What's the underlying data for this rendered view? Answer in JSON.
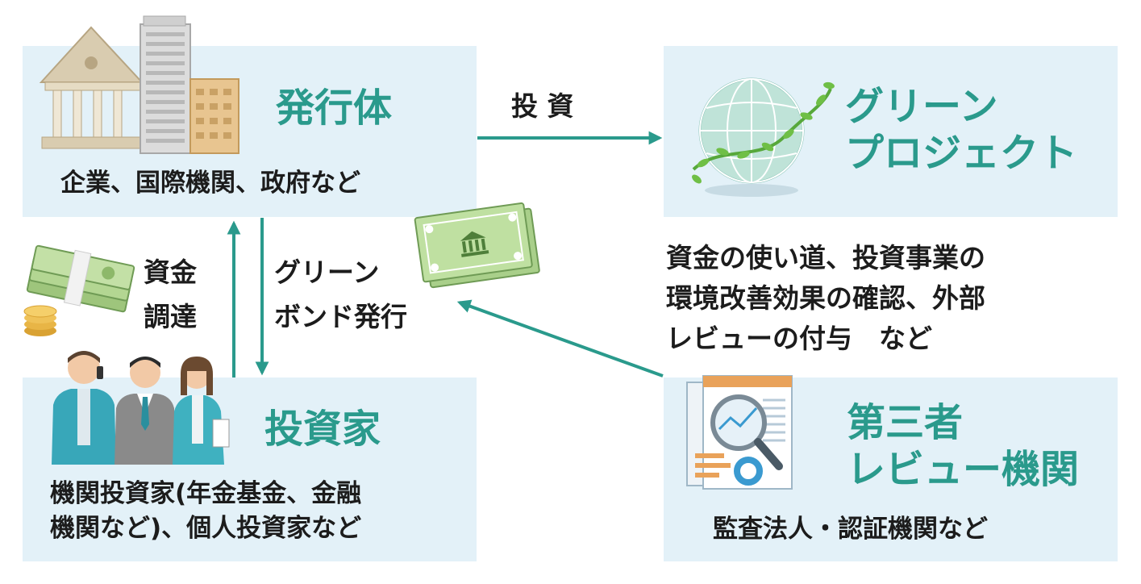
{
  "issuer": {
    "title": "発行体",
    "desc": "企業、国際機関、政府など"
  },
  "green_project": {
    "title_line1": "グリーン",
    "title_line2": "プロジェクト"
  },
  "investor": {
    "title": "投資家",
    "desc_line1": "機関投資家(年金基金、金融",
    "desc_line2": "機関など)、個人投資家など"
  },
  "reviewer": {
    "title_line1": "第三者",
    "title_line2": "レビュー機関",
    "desc": "監査法人・認証機関など"
  },
  "arrows": {
    "invest": "投 資",
    "funding_line1": "資金",
    "funding_line2": "調達",
    "bond_line1": "グリーン",
    "bond_line2": "ボンド発行"
  },
  "review_note": {
    "line1": "資金の使い道、投資事業の",
    "line2": "環境改善効果の確認、外部",
    "line3": "レビューの付与　など"
  },
  "colors": {
    "accent": "#2a9a8c",
    "box_bg": "#e3f1f8",
    "text": "#1c1c1c"
  }
}
